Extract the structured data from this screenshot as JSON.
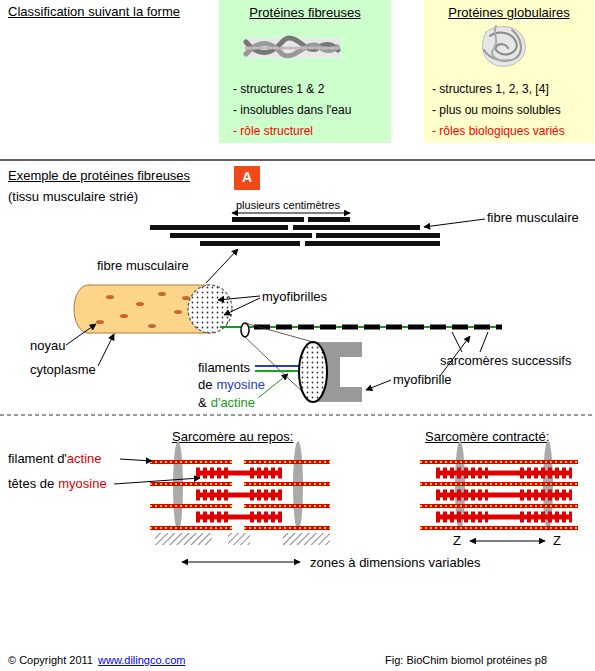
{
  "diagram": {
    "title": "Classification suivant la forme",
    "caption": "Fig: BioChim biomol protéines p8",
    "nodes": [
      {
        "text": [
          "Protéines fibreuses",
          "- structures 1 & 2",
          "- insolubles dans l'eau",
          "- rôle structurel"
        ]
      },
      {
        "text": [
          "Protéines globulaires",
          "- structures 1, 2, 3, [4]",
          "- plus ou moins solubles",
          "- rôles biologiques variés"
        ]
      },
      {
        "text": [
          "A"
        ]
      }
    ],
    "labels": [
      "Exemple de protéines fibreuses",
      "(tissu musculaire strié)",
      "plusieurs centimètres",
      "fibre musculaire",
      "fibre musculaire",
      "myofibrilles",
      "noyau",
      "cytoplasme",
      "filaments",
      "de",
      "myosine",
      "&",
      "d'actine",
      "sarcomères successifs",
      "myofibrille",
      "Sarcomère au repos:",
      "Sarcomère contracté:",
      "filament d'",
      "actine",
      "têtes de",
      "myosine",
      "Z",
      "Z",
      "zones à dimensions variables",
      "© Copyright 2011",
      "www.dilingco.com"
    ]
  }
}
